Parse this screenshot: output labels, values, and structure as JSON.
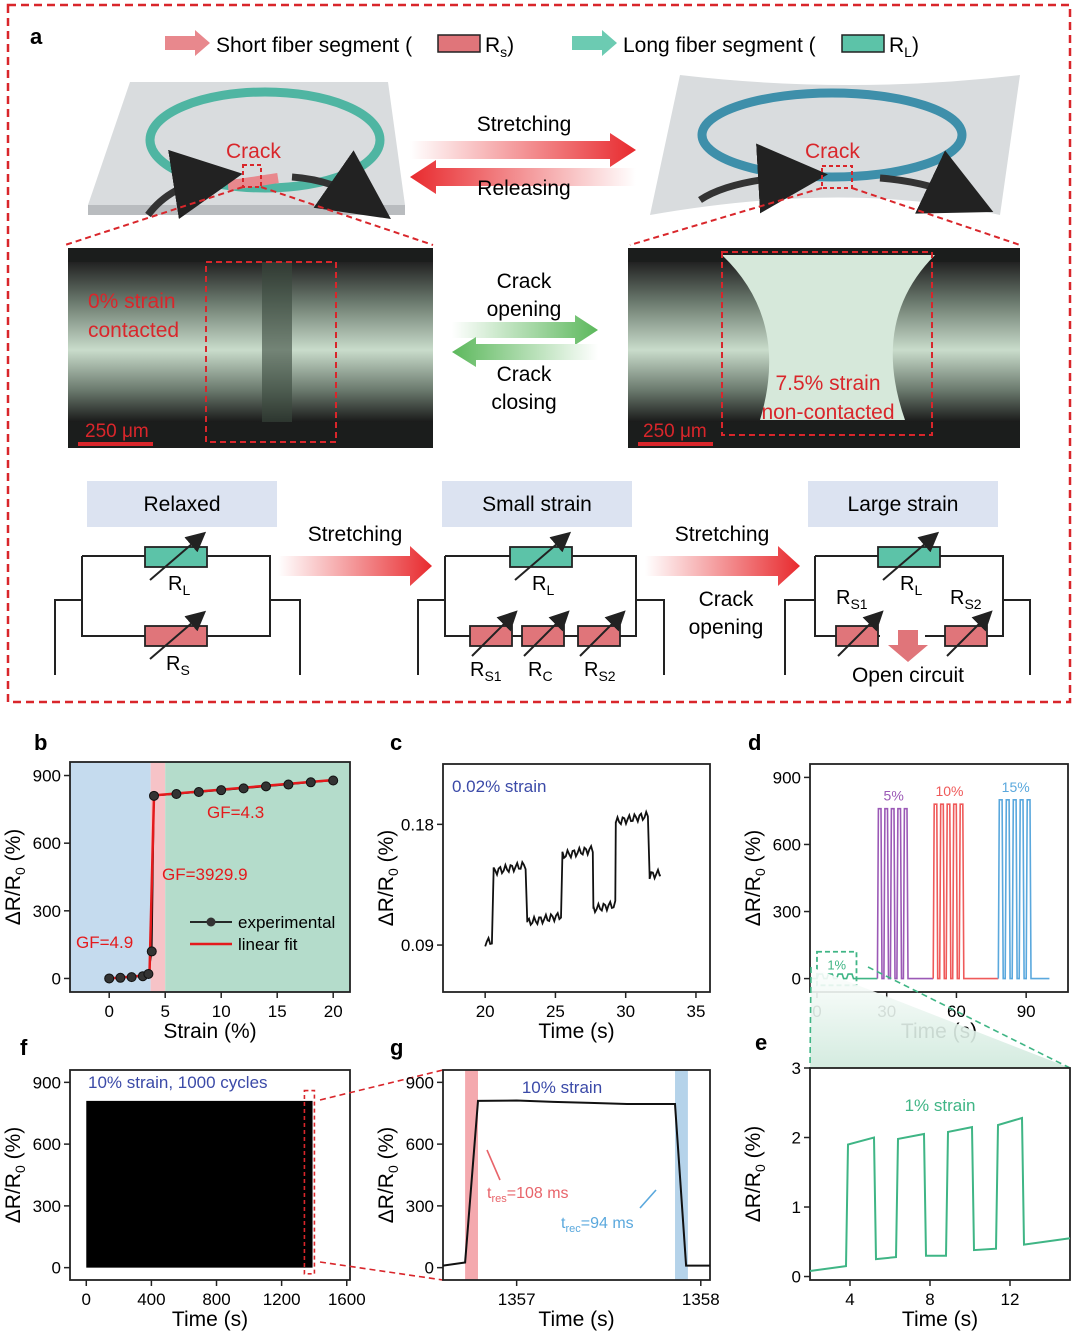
{
  "panel_a": {
    "letter": "a",
    "legend_short": "Short fiber segment (",
    "legend_short_sym": "R",
    "legend_short_sub": "s",
    "legend_long": "Long fiber segment (",
    "legend_long_sym": "R",
    "legend_long_sub": "L",
    "crack": "Crack",
    "stretching": "Stretching",
    "releasing": "Releasing",
    "crack_opening_1": "Crack",
    "crack_opening_2": "opening",
    "crack_closing_1": "Crack",
    "crack_closing_2": "closing",
    "left_photo_1": "0% strain",
    "left_photo_2": "contacted",
    "right_photo_1": "7.5% strain",
    "right_photo_2": "non-contacted",
    "scale_bar": "250 μm",
    "state_relaxed": "Relaxed",
    "state_small": "Small strain",
    "state_large": "Large strain",
    "arrow_stretching": "Stretching",
    "opening_1": "Crack",
    "opening_2": "opening",
    "rl": "R",
    "rl_sub": "L",
    "rs": "R",
    "rs_sub": "S",
    "rs1_sub": "S1",
    "rc_sub": "C",
    "rs2_sub": "S2",
    "open_circuit": "Open circuit",
    "colors": {
      "short": "#e0757a",
      "long": "#5cc3a8",
      "red": "#d9262b",
      "box": "#dce3f1"
    }
  },
  "chart_data": [
    {
      "panel": "b",
      "type": "scatter",
      "xlabel": "Strain (%)",
      "ylabel": "ΔR/R0 (%)",
      "xlim": [
        -3.5,
        21.5
      ],
      "ylim": [
        -60,
        960
      ],
      "xticks": [
        0,
        5,
        10,
        15,
        20
      ],
      "yticks": [
        0,
        300,
        600,
        900
      ],
      "series": [
        {
          "name": "experimental",
          "x": [
            0,
            1,
            2,
            3,
            3.5,
            3.8,
            4,
            6,
            8,
            10,
            12,
            14,
            16,
            18,
            20
          ],
          "y": [
            0,
            3,
            6,
            10,
            20,
            120,
            810,
            818,
            827,
            835,
            843,
            852,
            860,
            870,
            878
          ]
        },
        {
          "name": "linear fit"
        }
      ],
      "annotations": [
        "GF=4.3",
        "GF=3929.9",
        "GF=4.9"
      ],
      "bands": [
        "#c5dbee",
        "#f6c3c7",
        "#b4dccb"
      ]
    },
    {
      "panel": "c",
      "type": "line",
      "xlabel": "Time (s)",
      "ylabel": "ΔR/R0 (%)",
      "xlim": [
        17,
        36
      ],
      "ylim": [
        0.055,
        0.225
      ],
      "xticks": [
        20,
        25,
        30,
        35
      ],
      "yticks": [
        0.09,
        0.18
      ],
      "annotation": "0.02% strain",
      "steps": [
        [
          20,
          0.092
        ],
        [
          20.6,
          0.145
        ],
        [
          23,
          0.107
        ],
        [
          25.5,
          0.157
        ],
        [
          27.7,
          0.117
        ],
        [
          29.3,
          0.182
        ],
        [
          31.7,
          0.142
        ],
        [
          32.5,
          0.142
        ]
      ]
    },
    {
      "panel": "d",
      "type": "line",
      "xlabel": "Time (s)",
      "ylabel": "ΔR/R0 (%)",
      "xlim": [
        -3,
        108
      ],
      "ylim": [
        -60,
        960
      ],
      "xticks": [
        0,
        30,
        60,
        90
      ],
      "yticks": [
        0,
        300,
        600,
        900
      ],
      "series": [
        {
          "name": "1%",
          "peak": 20,
          "x_range": [
            0,
            17
          ],
          "color": "#3fb585"
        },
        {
          "name": "5%",
          "peak": 760,
          "x_range": [
            26,
            40
          ],
          "color": "#9b59b6"
        },
        {
          "name": "10%",
          "peak": 780,
          "x_range": [
            50,
            64
          ],
          "color": "#ef5a5a"
        },
        {
          "name": "15%",
          "peak": 800,
          "x_range": [
            78,
            93
          ],
          "color": "#5aa8dd"
        }
      ]
    },
    {
      "panel": "e",
      "type": "line",
      "xlabel": "Time (s)",
      "ylabel": "ΔR/R0 (%)",
      "xlim": [
        2,
        15
      ],
      "ylim": [
        -0.05,
        3
      ],
      "xticks": [
        4,
        8,
        12
      ],
      "yticks": [
        0,
        1,
        2,
        3
      ],
      "annotation": "1% strain",
      "points": [
        [
          2,
          0.08
        ],
        [
          3.8,
          0.15
        ],
        [
          3.9,
          1.9
        ],
        [
          5.2,
          2.0
        ],
        [
          5.3,
          0.25
        ],
        [
          6.3,
          0.28
        ],
        [
          6.4,
          1.98
        ],
        [
          7.7,
          2.05
        ],
        [
          7.8,
          0.3
        ],
        [
          8.8,
          0.3
        ],
        [
          8.9,
          2.08
        ],
        [
          10.1,
          2.15
        ],
        [
          10.2,
          0.38
        ],
        [
          11.3,
          0.4
        ],
        [
          11.4,
          2.18
        ],
        [
          12.6,
          2.28
        ],
        [
          12.7,
          0.46
        ],
        [
          15,
          0.55
        ]
      ]
    },
    {
      "panel": "f",
      "type": "area",
      "xlabel": "Time (s)",
      "ylabel": "ΔR/R0 (%)",
      "xlim": [
        -100,
        1620
      ],
      "ylim": [
        -60,
        960
      ],
      "xticks": [
        0,
        400,
        800,
        1200,
        1600
      ],
      "yticks": [
        0,
        300,
        600,
        900
      ],
      "annotation": "10% strain, 1000 cycles",
      "x_range": [
        0,
        1390
      ],
      "peak": 810
    },
    {
      "panel": "g",
      "type": "line",
      "xlabel": "Time (s)",
      "ylabel": "ΔR/R0 (%)",
      "xlim": [
        1356.6,
        1358.05
      ],
      "ylim": [
        -60,
        960
      ],
      "xticks": [
        1357,
        1358
      ],
      "yticks": [
        0,
        300,
        600,
        900
      ],
      "annotation": "10% strain",
      "points": [
        [
          1356.6,
          10
        ],
        [
          1356.72,
          25
        ],
        [
          1356.79,
          810
        ],
        [
          1357.0,
          812
        ],
        [
          1357.2,
          805
        ],
        [
          1357.4,
          800
        ],
        [
          1357.6,
          795
        ],
        [
          1357.86,
          795
        ],
        [
          1357.92,
          10
        ],
        [
          1358.05,
          10
        ]
      ],
      "t_res": "=108 ms",
      "t_rec": "=94 ms",
      "t_res_base": "t",
      "t_res_sub": "res",
      "t_rec_base": "t",
      "t_rec_sub": "rec"
    }
  ],
  "chart_text": {
    "b": {
      "letter": "b",
      "x_label": "Strain (%)",
      "y_label": "ΔR/R",
      "y_sub": "0",
      "y_tail": " (%)",
      "legend_exp": "experimental",
      "legend_fit": "linear fit",
      "gf1": "GF=4.3",
      "gf2": "GF=3929.9",
      "gf3": "GF=4.9"
    },
    "c": {
      "letter": "c",
      "x_label": "Time (s)",
      "y_label": "ΔR/R",
      "y_sub": "0",
      "y_tail": " (%)",
      "note": "0.02% strain"
    },
    "d": {
      "letter": "d",
      "x_label": "Time (s)",
      "y_label": "ΔR/R",
      "y_sub": "0",
      "y_tail": " (%)",
      "s1": "1%",
      "s5": "5%",
      "s10": "10%",
      "s15": "15%"
    },
    "e": {
      "letter": "e",
      "x_label": "Time (s)",
      "y_label": "ΔR/R",
      "y_sub": "0",
      "y_tail": " (%)",
      "note": "1% strain"
    },
    "f": {
      "letter": "f",
      "x_label": "Time (s)",
      "y_label": "ΔR/R",
      "y_sub": "0",
      "y_tail": " (%)",
      "note": "10% strain, 1000 cycles"
    },
    "g": {
      "letter": "g",
      "x_label": "Time (s)",
      "y_label": "ΔR/R",
      "y_sub": "0",
      "y_tail": " (%)",
      "note": "10% strain"
    }
  }
}
